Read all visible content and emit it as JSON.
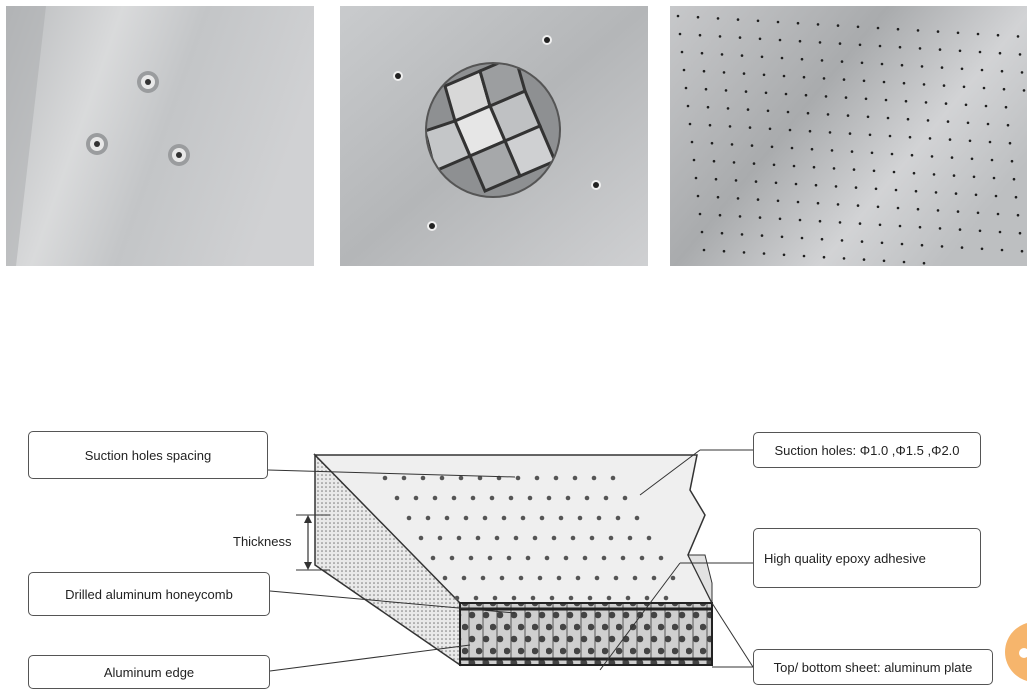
{
  "photos": [
    {
      "name": "countersunk-holes-photo"
    },
    {
      "name": "honeycomb-cutaway-photo"
    },
    {
      "name": "suction-hole-grid-photo"
    }
  ],
  "diagram": {
    "labels": {
      "suction_holes_spacing": "Suction holes spacing",
      "suction_holes": "Suction holes: Φ1.0 ,Φ1.5 ,Φ2.0",
      "thickness": "Thickness",
      "epoxy": "High quality epoxy adhesive",
      "honeycomb": "Drilled aluminum honeycomb",
      "edge": "Aluminum edge",
      "sheet": "Top/ bottom sheet: aluminum plate"
    }
  },
  "colors": {
    "plate_top": "#efefef",
    "hole": "#555555",
    "outline": "#333333",
    "accent_badge": "#f6b56c"
  }
}
